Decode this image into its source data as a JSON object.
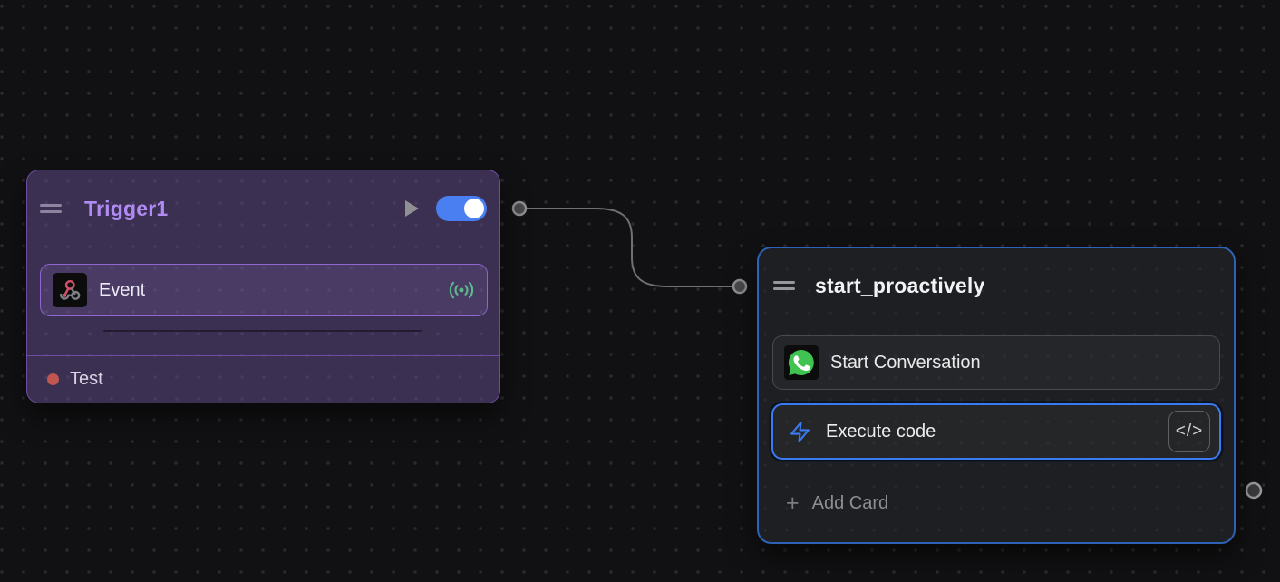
{
  "canvas": {
    "background": "#111113",
    "dot_color": "#2b2b2e"
  },
  "connection": {
    "color": "#6f7073",
    "from": "Trigger1 output",
    "to": "start_proactively input"
  },
  "trigger_node": {
    "title": "Trigger1",
    "title_color": "#b18bf4",
    "accent_color": "#6e4da0",
    "toggle": {
      "state": "on",
      "color": "#4a7ff2"
    },
    "play_icon": "play-icon",
    "cards": [
      {
        "label": "Event",
        "icon": "webhook-icon",
        "status_icon": "broadcast-icon",
        "status_color": "#5cb88d"
      }
    ],
    "footer": {
      "label": "Test",
      "dot_color": "#c0564f"
    }
  },
  "start_node": {
    "title": "start_proactively",
    "border_color": "#2d62b6",
    "cards": [
      {
        "label": "Start Conversation",
        "icon": "whatsapp-icon"
      },
      {
        "label": "Execute code",
        "icon": "zap-icon",
        "selected": true,
        "accent_color": "#3b7af0",
        "code_button_label": "</>"
      }
    ],
    "add_card_label": "Add Card"
  }
}
